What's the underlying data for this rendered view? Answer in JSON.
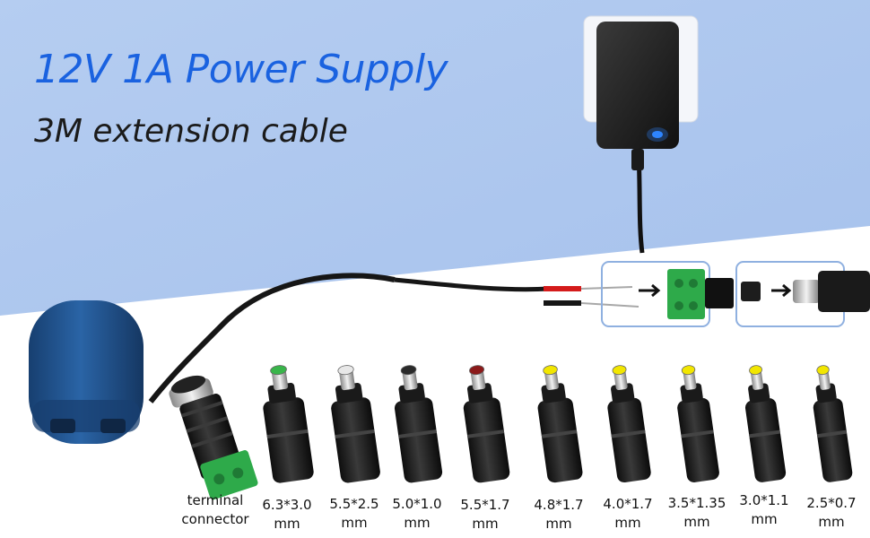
{
  "headline": "12V 1A Power Supply",
  "subheadline": "3M extension cable",
  "connector_label": [
    "terminal",
    "connector"
  ],
  "tips": [
    {
      "size": "6.3*3.0",
      "unit": "mm",
      "tip_color": "#39b54a"
    },
    {
      "size": "5.5*2.5",
      "unit": "mm",
      "tip_color": "#e8e8e8"
    },
    {
      "size": "5.0*1.0",
      "unit": "mm",
      "tip_color": "#2a2a2a"
    },
    {
      "size": "5.5*1.7",
      "unit": "mm",
      "tip_color": "#8b1a1a"
    },
    {
      "size": "4.8*1.7",
      "unit": "mm",
      "tip_color": "#f2e600"
    },
    {
      "size": "4.0*1.7",
      "unit": "mm",
      "tip_color": "#f2e600"
    },
    {
      "size": "3.5*1.35",
      "unit": "mm",
      "tip_color": "#f2e600"
    },
    {
      "size": "3.0*1.1",
      "unit": "mm",
      "tip_color": "#f2e600"
    },
    {
      "size": "2.5*0.7",
      "unit": "mm",
      "tip_color": "#f2e600"
    }
  ],
  "colors": {
    "background_top": "#b3ccf0",
    "background_bottom": "#ffffff",
    "headline": "#1a62e0",
    "speaker": "#1e4f8a",
    "terminal_block": "#2eaa4a",
    "led": "#2f86ff"
  },
  "icons": [
    "power-adapter",
    "bluetooth-speaker",
    "terminal-connector",
    "dc-plug",
    "arrow-right-icon"
  ]
}
